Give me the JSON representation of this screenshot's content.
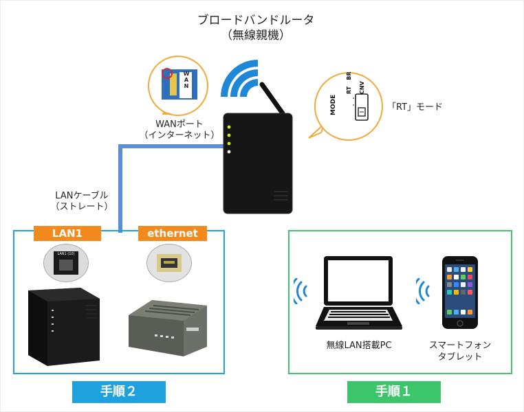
{
  "router": {
    "title_line1": "ブロードバンドルータ",
    "title_line2": "（無線親機）",
    "status_light_color": "#c9f21c"
  },
  "wan_port": {
    "label_line1": "WANポート",
    "label_line2": "（インターネット）",
    "port_text": "WAN"
  },
  "mode_switch": {
    "label": "「RT」モード",
    "mode_text": "MODE",
    "positions": [
      "RT",
      "BR",
      "CNV"
    ]
  },
  "cable": {
    "label_line1": "LANケーブル",
    "label_line2": "（ストレート）",
    "color": "#5b8fd6"
  },
  "step2": {
    "label": "手順２",
    "color": "#1ea1dc",
    "port_tags": [
      "LAN1",
      "ethernet"
    ],
    "tag_color": "#f28a1d",
    "port_detail_text": "LAN1 (10)"
  },
  "step1": {
    "label": "手順１",
    "color": "#3cc56b",
    "devices": [
      {
        "label_line1": "無線LAN搭載PC",
        "label_line2": ""
      },
      {
        "label_line1": "スマートフォン",
        "label_line2": "タブレット"
      }
    ]
  },
  "colors": {
    "wifi": "#1e88d6",
    "bubble_border": "#f4a83a"
  }
}
